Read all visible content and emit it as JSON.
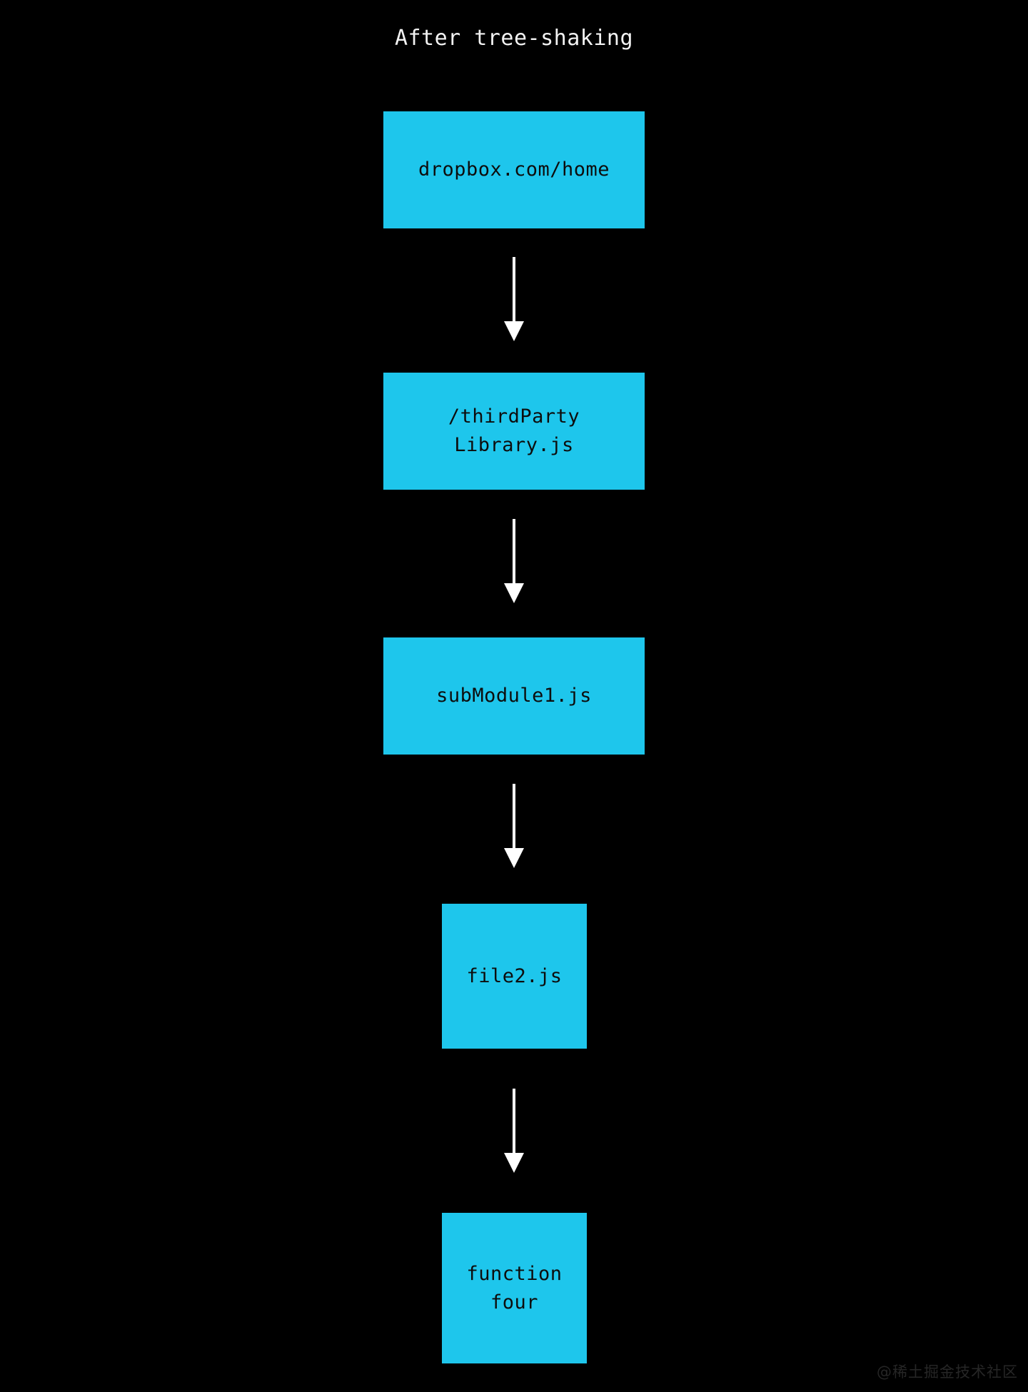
{
  "diagram": {
    "title": "After tree-shaking",
    "background_color": "#000000",
    "node_fill_color": "#1EC6EC",
    "node_text_color": "#0d0d0d",
    "edge_color": "#ffffff",
    "title_color": "#f2f2f2",
    "orientation": "top-to-bottom",
    "nodes": [
      {
        "id": "n1",
        "label": "dropbox.com/home",
        "shape": "rectangle"
      },
      {
        "id": "n2",
        "label": "/thirdParty\nLibrary.js",
        "shape": "rectangle"
      },
      {
        "id": "n3",
        "label": "subModule1.js",
        "shape": "rectangle"
      },
      {
        "id": "n4",
        "label": "file2.js",
        "shape": "square"
      },
      {
        "id": "n5",
        "label": "function\nfour",
        "shape": "square"
      }
    ],
    "edges": [
      {
        "id": "e1",
        "from": "n1",
        "to": "n2",
        "style": "solid-arrow"
      },
      {
        "id": "e2",
        "from": "n2",
        "to": "n3",
        "style": "solid-arrow"
      },
      {
        "id": "e3",
        "from": "n3",
        "to": "n4",
        "style": "solid-arrow"
      },
      {
        "id": "e4",
        "from": "n4",
        "to": "n5",
        "style": "solid-arrow"
      }
    ]
  },
  "watermark": {
    "text": "@稀土掘金技术社区"
  }
}
